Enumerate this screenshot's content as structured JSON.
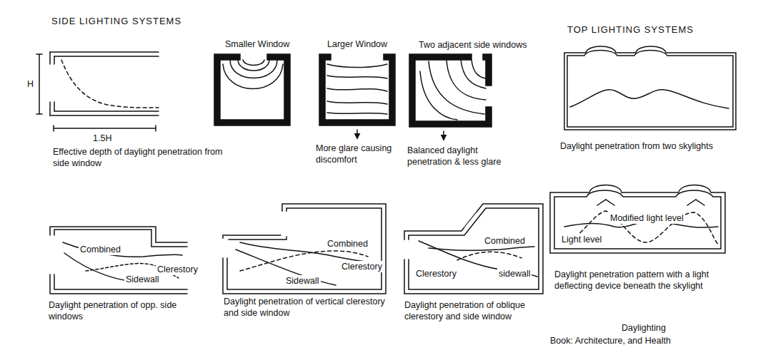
{
  "diagram": {
    "labels": [
      "SIDE LIGHTING SYSTEMS",
      "Smaller Window",
      "Larger Window",
      "Two adjacent side windows",
      "TOP LIGHTING SYSTEMS",
      "H",
      "1.5H",
      "Effective depth of daylight penetration from side window",
      "More glare causing discomfort",
      "Balanced daylight penetration & less glare",
      "Daylight penetration from two skylights",
      "Combined",
      "Clerestory",
      "Sidewall",
      "Daylight penetration of opp. side windows",
      "Combined",
      "Clerestory",
      "Sidewall",
      "Daylight penetration of vertical clerestory and side window",
      "Combined",
      "Clerestory",
      "sidewall",
      "Daylight penetration of oblique clerestory and side window",
      "Modified light level",
      "Light level",
      "Daylight penetration pattern with a light deflecting device beneath the skylight",
      "Daylighting",
      "Book: Architecture, and Health"
    ]
  }
}
